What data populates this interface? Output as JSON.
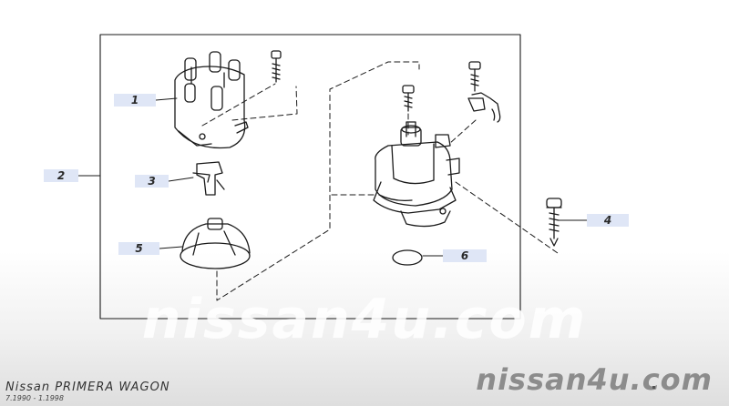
{
  "diagram": {
    "callouts": [
      "1",
      "2",
      "3",
      "4",
      "5",
      "6"
    ]
  },
  "watermark": "nissan4u.com",
  "footer": {
    "model": "Nissan PRIMERA WAGON",
    "years": "7.1990 - 1.1998",
    "logo": "nissan4u.com"
  }
}
